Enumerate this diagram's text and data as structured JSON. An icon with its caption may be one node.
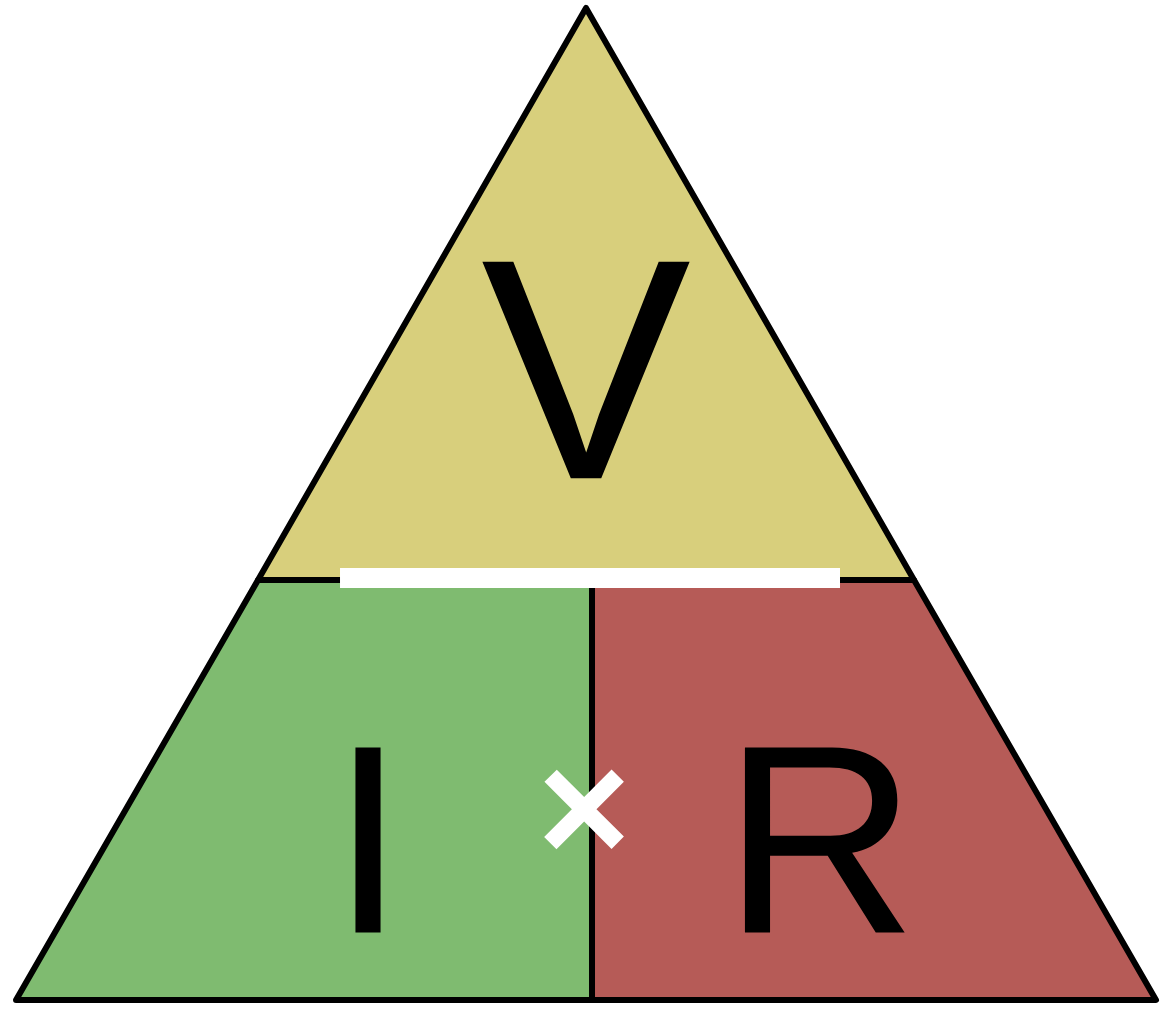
{
  "diagram": {
    "nodes": [
      {
        "text": [
          "V"
        ]
      },
      {
        "text": [
          "I"
        ]
      },
      {
        "text": [
          "R"
        ]
      }
    ],
    "labels": [
      "×"
    ]
  }
}
